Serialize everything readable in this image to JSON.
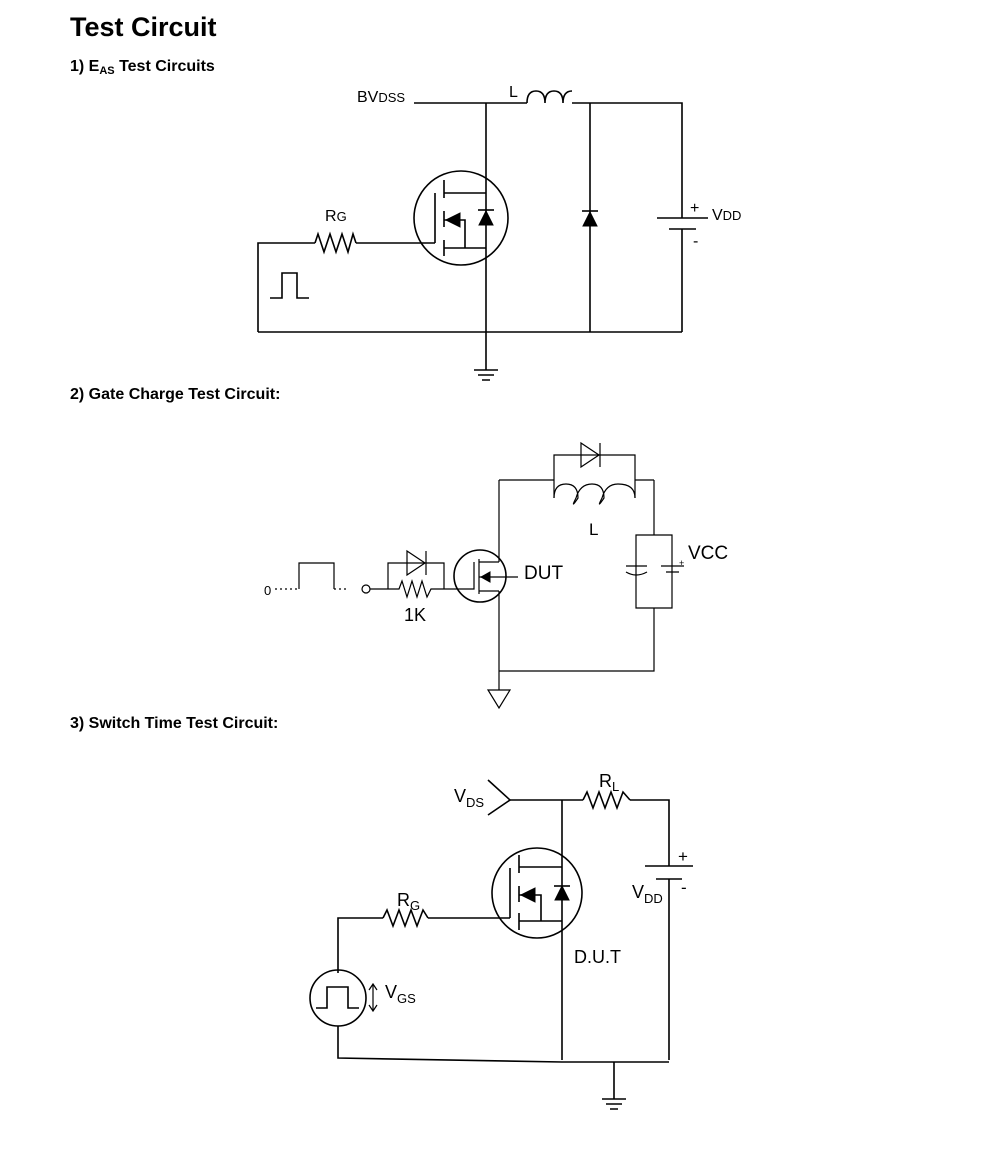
{
  "page": {
    "title": "Test Circuit"
  },
  "sections": [
    {
      "prefix": "1) E",
      "sub": "AS",
      "suffix": " Test Circuits"
    },
    {
      "prefix": "2) Gate Charge Test Circuit:",
      "sub": "",
      "suffix": ""
    },
    {
      "prefix": "3) Switch Time Test Circuit:",
      "sub": "",
      "suffix": ""
    }
  ],
  "circuit1": {
    "bvdss_main": "BV",
    "bvdss_sub": "DSS",
    "inductor": "L",
    "rg_main": "R",
    "rg_sub": "G",
    "vdd_main": "V",
    "vdd_sub": "DD",
    "plus": "+",
    "minus": "-"
  },
  "circuit2": {
    "zero": "0",
    "resistor": "1K",
    "dut": "DUT",
    "inductor": "L",
    "vcc": "VCC",
    "plus": "+"
  },
  "circuit3": {
    "vds_main": "V",
    "vds_sub": "DS",
    "rl_main": "R",
    "rl_sub": "L",
    "rg_main": "R",
    "rg_sub": "G",
    "vdd_main": "V",
    "vdd_sub": "DD",
    "vgs_main": "V",
    "vgs_sub": "GS",
    "dut": "D.U.T",
    "plus": "+",
    "minus": "-"
  }
}
